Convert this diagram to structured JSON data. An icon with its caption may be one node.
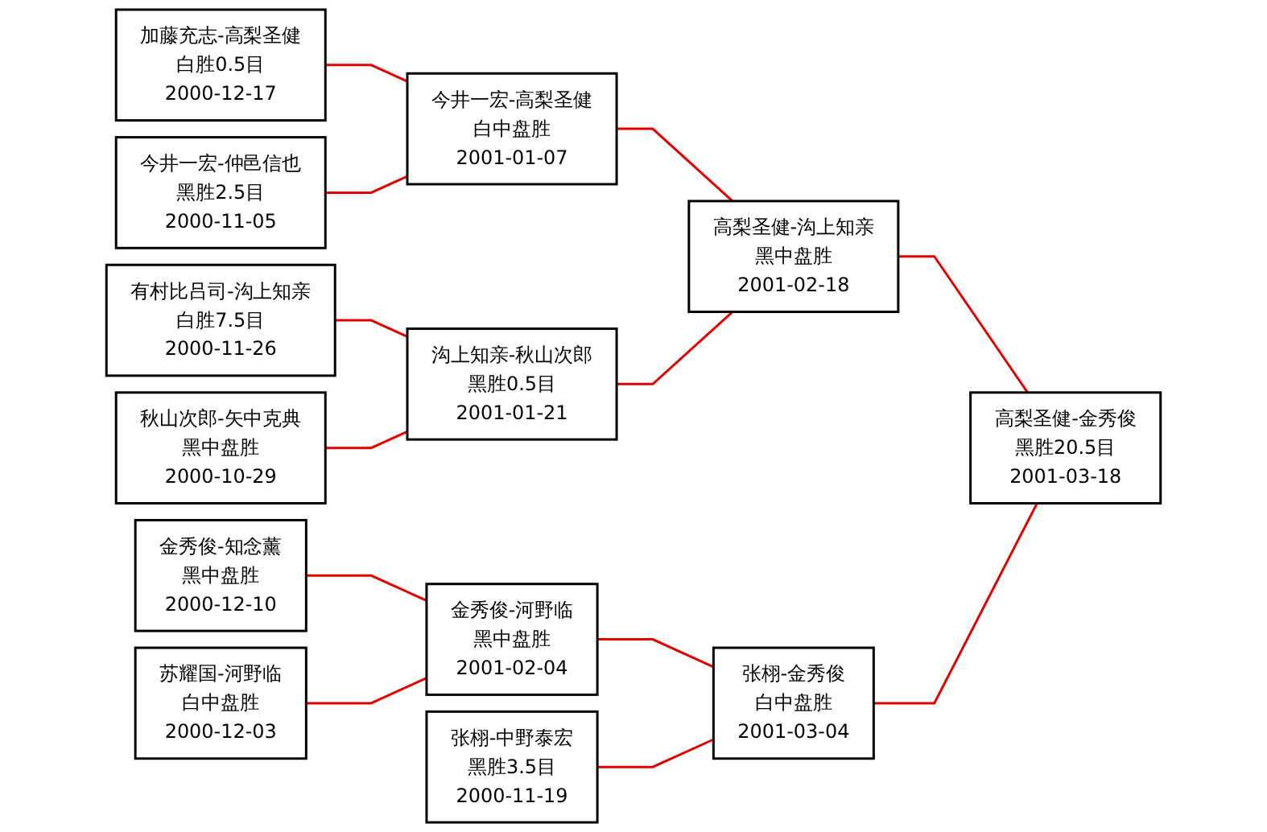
{
  "diagram": {
    "nodes": [
      {
        "text": [
          "加藤充志-高梨圣健",
          "白胜0.5目",
          "2000-12-17"
        ]
      },
      {
        "text": [
          "今井一宏-仲邑信也",
          "黑胜2.5目",
          "2000-11-05"
        ]
      },
      {
        "text": [
          "有村比吕司-沟上知亲",
          "白胜7.5目",
          "2000-11-26"
        ]
      },
      {
        "text": [
          "秋山次郎-矢中克典",
          "黑中盘胜",
          "2000-10-29"
        ]
      },
      {
        "text": [
          "金秀俊-知念薰",
          "黑中盘胜",
          "2000-12-10"
        ]
      },
      {
        "text": [
          "苏耀国-河野临",
          "白中盘胜",
          "2000-12-03"
        ]
      },
      {
        "text": [
          "今井一宏-高梨圣健",
          "白中盘胜",
          "2001-01-07"
        ]
      },
      {
        "text": [
          "沟上知亲-秋山次郎",
          "黑胜0.5目",
          "2001-01-21"
        ]
      },
      {
        "text": [
          "金秀俊-河野临",
          "黑中盘胜",
          "2001-02-04"
        ]
      },
      {
        "text": [
          "张栩-中野泰宏",
          "黑胜3.5目",
          "2000-11-19"
        ]
      },
      {
        "text": [
          "高梨圣健-沟上知亲",
          "黑中盘胜",
          "2001-02-18"
        ]
      },
      {
        "text": [
          "张栩-金秀俊",
          "白中盘胜",
          "2001-03-04"
        ]
      },
      {
        "text": [
          "高梨圣健-金秀俊",
          "黑胜20.5目",
          "2001-03-18"
        ]
      }
    ],
    "edges": [
      {
        "from": 0,
        "to": 6,
        "arrow": "none"
      },
      {
        "from": 1,
        "to": 6,
        "arrow": "none"
      },
      {
        "from": 2,
        "to": 7,
        "arrow": "none"
      },
      {
        "from": 3,
        "to": 7,
        "arrow": "none"
      },
      {
        "from": 4,
        "to": 8,
        "arrow": "none"
      },
      {
        "from": 5,
        "to": 8,
        "arrow": "none"
      },
      {
        "from": 6,
        "to": 10,
        "arrow": "none"
      },
      {
        "from": 7,
        "to": 10,
        "arrow": "none"
      },
      {
        "from": 8,
        "to": 11,
        "arrow": "none"
      },
      {
        "from": 9,
        "to": 11,
        "arrow": "none"
      },
      {
        "from": 10,
        "to": 12,
        "arrow": "none"
      },
      {
        "from": 11,
        "to": 12,
        "arrow": "none"
      }
    ]
  }
}
